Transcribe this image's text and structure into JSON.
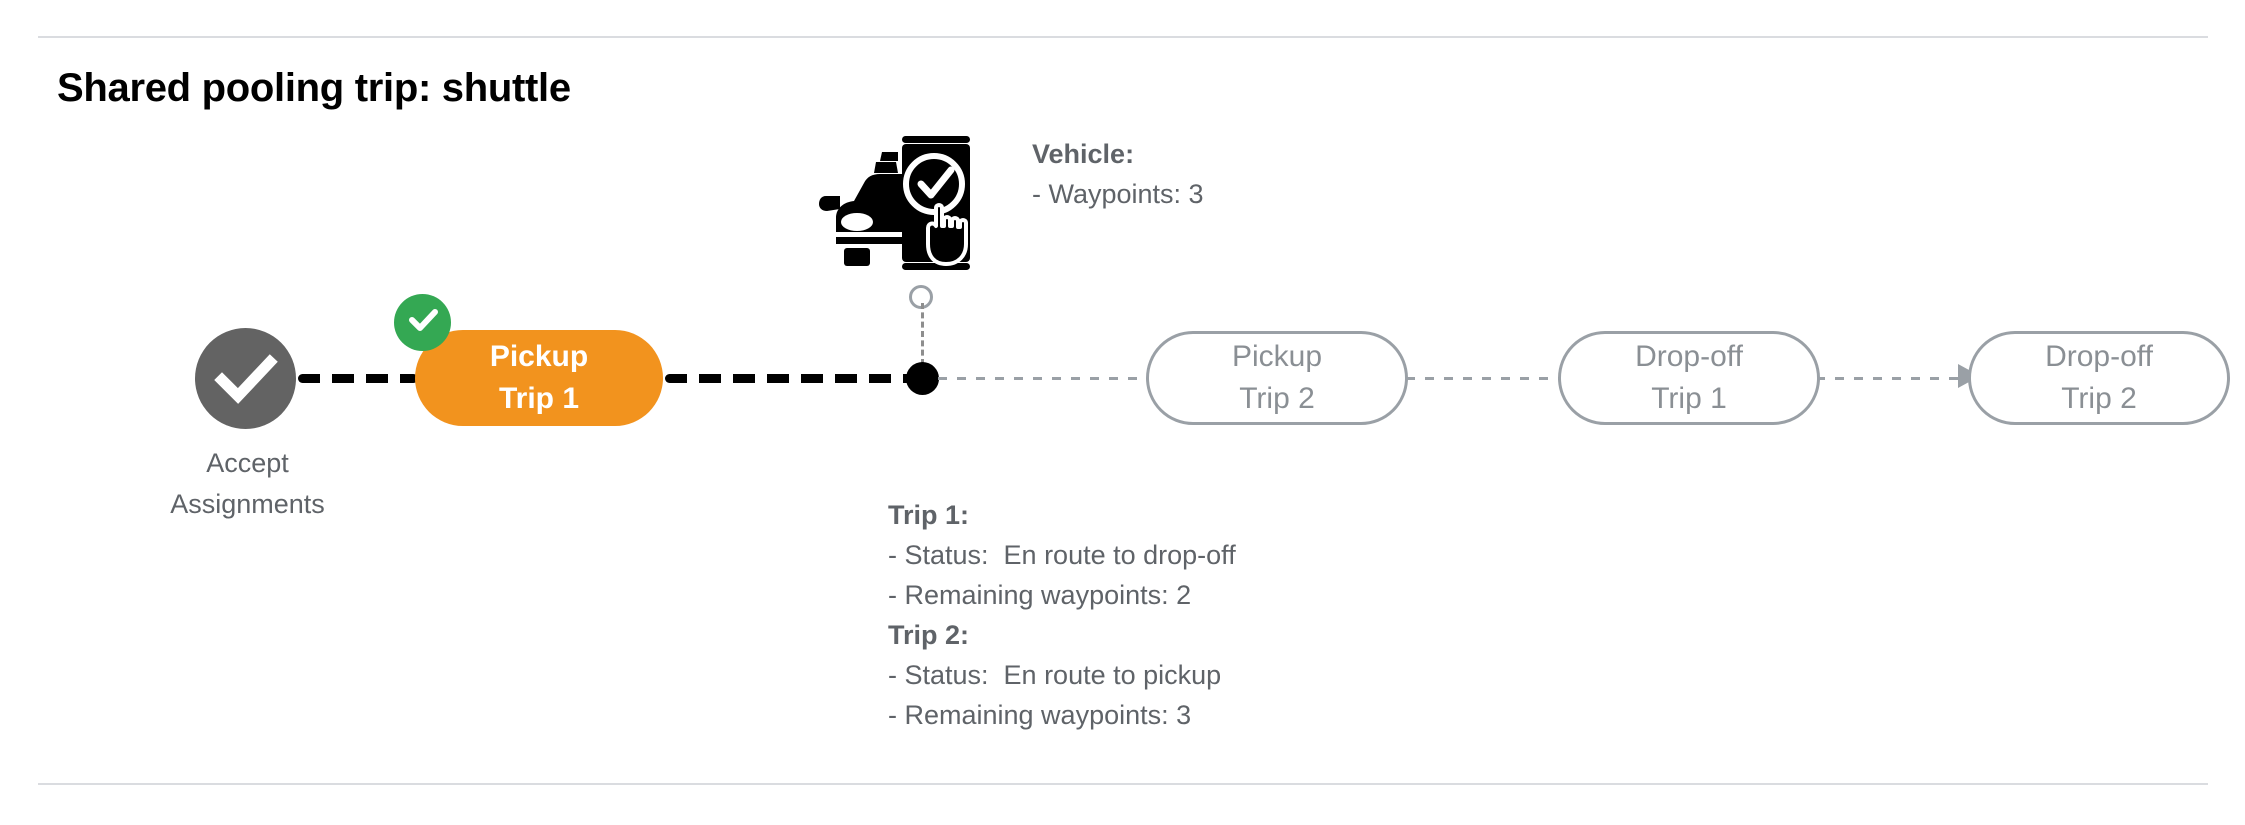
{
  "page": {
    "title": "Shared pooling trip: shuttle",
    "divider_color": "#dadce0",
    "background": "#ffffff"
  },
  "colors": {
    "active_node": "#F2931E",
    "completed_badge": "#34A853",
    "start_node": "#636363",
    "future_node_outline": "#9aa0a6",
    "text_muted": "#5f6368",
    "current_marker": "#000000"
  },
  "flow": {
    "start_node": {
      "icon": "check-circle-icon",
      "label_line_1": "Accept",
      "label_line_2": "Assignments"
    },
    "active_node": {
      "line_1": "Pickup",
      "line_2": "Trip 1",
      "badge_icon": "check-icon",
      "state": "completed"
    },
    "current_position": {
      "marker_icon": "current-location-dot",
      "ring_icon": "waypoint-ring-icon"
    },
    "future_nodes": [
      {
        "line_1": "Pickup",
        "line_2": "Trip 2"
      },
      {
        "line_1": "Drop-off",
        "line_2": "Trip 1"
      },
      {
        "line_1": "Drop-off",
        "line_2": "Trip 2"
      }
    ]
  },
  "annotations": {
    "vehicle": {
      "heading": "Vehicle",
      "heading_colon": ":",
      "lines": [
        "- Waypoints: 3"
      ]
    },
    "trip_1": {
      "heading": "Trip 1",
      "heading_colon": ":",
      "lines": [
        "- Status:  En route to drop-off",
        "- Remaining waypoints: 2"
      ]
    },
    "trip_2": {
      "heading": "Trip 2",
      "heading_colon": ":",
      "lines": [
        "- Status:  En route to pickup",
        "- Remaining waypoints: 3"
      ]
    }
  },
  "icons": {
    "vehicle_app": "vehicle-with-phone-check-icon"
  }
}
